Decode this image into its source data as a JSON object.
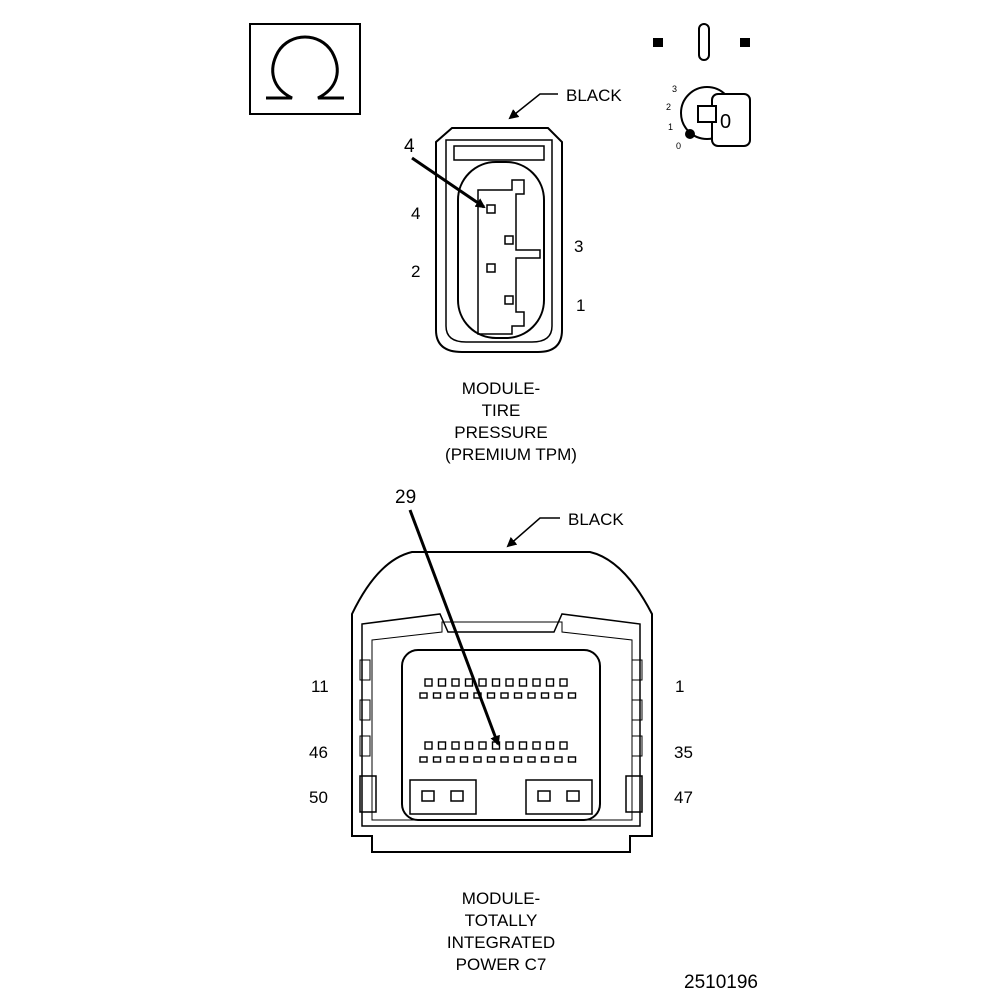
{
  "figure_id": "2510196",
  "icons": {
    "omega": "omega-symbol-icon",
    "ignition": "ignition-key-switch-icon",
    "ignition_positions": [
      "0",
      "1",
      "2",
      "3"
    ],
    "ignition_key_label": "0"
  },
  "connector_top": {
    "color_label": "BLACK",
    "callout": "4",
    "pins": {
      "p4": "4",
      "p2": "2",
      "p3": "3",
      "p1": "1"
    },
    "caption": [
      "MODULE-",
      "TIRE",
      "PRESSURE",
      "(PREMIUM TPM)"
    ]
  },
  "connector_bottom": {
    "color_label": "BLACK",
    "callout": "29",
    "pins": {
      "p11": "11",
      "p46": "46",
      "p50": "50",
      "p1": "1",
      "p35": "35",
      "p47": "47"
    },
    "caption": [
      "MODULE-",
      "TOTALLY",
      "INTEGRATED",
      "POWER C7"
    ]
  }
}
